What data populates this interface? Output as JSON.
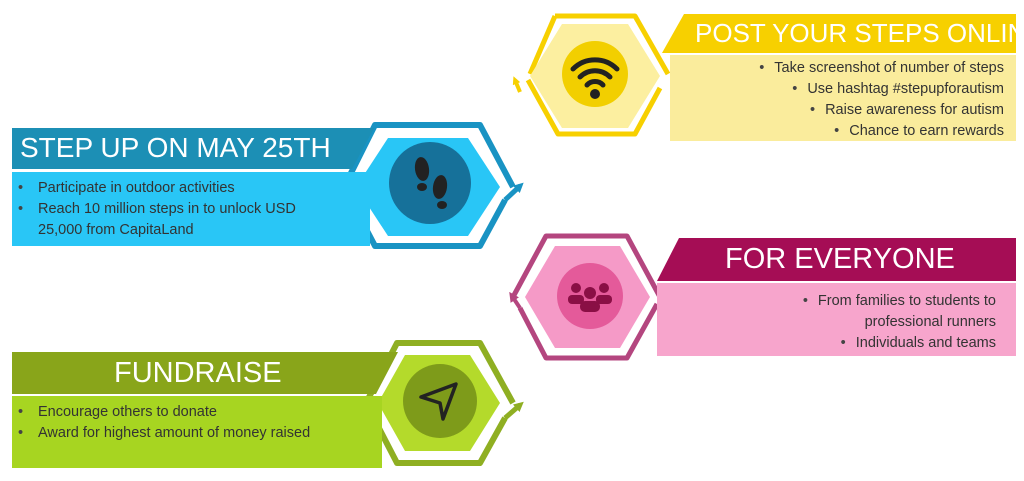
{
  "sections": [
    {
      "id": "post",
      "title": "POST YOUR STEPS ONLINE",
      "icon": "wifi-icon",
      "bullets": [
        "Take screenshot of number of steps",
        "Use hashtag #stepupforautism",
        "Raise awareness for autism",
        "Chance to earn rewards"
      ]
    },
    {
      "id": "step",
      "title": "STEP UP ON MAY 25TH",
      "icon": "footprints-icon",
      "bullets": [
        "Participate in outdoor activities",
        "Reach 10 million steps in to unlock USD 25,000 from CapitaLand"
      ]
    },
    {
      "id": "everyone",
      "title": "FOR EVERYONE",
      "icon": "group-icon",
      "bullets": [
        "From families to students to professional runners",
        "Individuals and teams"
      ]
    },
    {
      "id": "fund",
      "title": "FUNDRAISE",
      "icon": "send-icon",
      "bullets": [
        "Encourage others to donate",
        "Award for highest amount of money raised"
      ]
    }
  ],
  "colors": {
    "yellow_banner": "#F7D000",
    "yellow_box": "#FAEC9C",
    "yellow_hex": "#FCEFA0",
    "yellow_icon": "#F2CF00",
    "blue_banner": "#1C8FB5",
    "blue_box": "#29C6F6",
    "blue_ring": "#1993C3",
    "blue_icon": "#16719A",
    "magenta_banner": "#A50D55",
    "pink_box": "#F7A5CC",
    "pink_ring": "#B4467F",
    "pink_hex": "#F59AC7",
    "pink_icon": "#E45A9A",
    "green_banner": "#89A51A",
    "green_box": "#A7D521",
    "green_ring": "#8FAF22",
    "green_hex": "#B4DA2B",
    "green_icon": "#7E9B1A"
  }
}
